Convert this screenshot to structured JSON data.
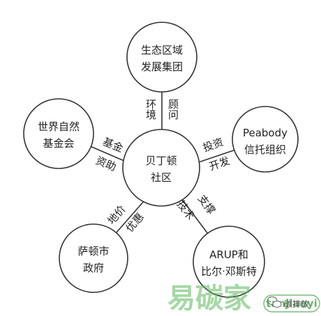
{
  "diagram": {
    "center": {
      "lines": [
        "贝丁顿",
        "社区"
      ]
    },
    "nodes": [
      {
        "id": "ecology",
        "lines": [
          "生态区域",
          "发展集团"
        ]
      },
      {
        "id": "peabody",
        "lines": [
          "Peabody",
          "信托组织"
        ]
      },
      {
        "id": "arup",
        "lines": [
          "ARUP和",
          "比尔·邓斯特"
        ]
      },
      {
        "id": "sutton",
        "lines": [
          "萨顿市",
          "政府"
        ]
      },
      {
        "id": "wwf",
        "lines": [
          "世界自然",
          "基金会"
        ]
      }
    ],
    "edges": [
      {
        "to": "ecology",
        "labels": [
          "环境",
          "顾问"
        ]
      },
      {
        "to": "peabody",
        "labels": [
          "投资",
          "开发"
        ]
      },
      {
        "to": "arup",
        "labels": [
          "技术",
          "支撑"
        ]
      },
      {
        "to": "sutton",
        "labels": [
          "地价",
          "优惠"
        ]
      },
      {
        "to": "wwf",
        "labels": [
          "基金",
          "资助"
        ]
      }
    ]
  },
  "watermark": {
    "text_cn": "易碳家",
    "text_en": "tanjiaoyi",
    "account": "碳排放"
  }
}
